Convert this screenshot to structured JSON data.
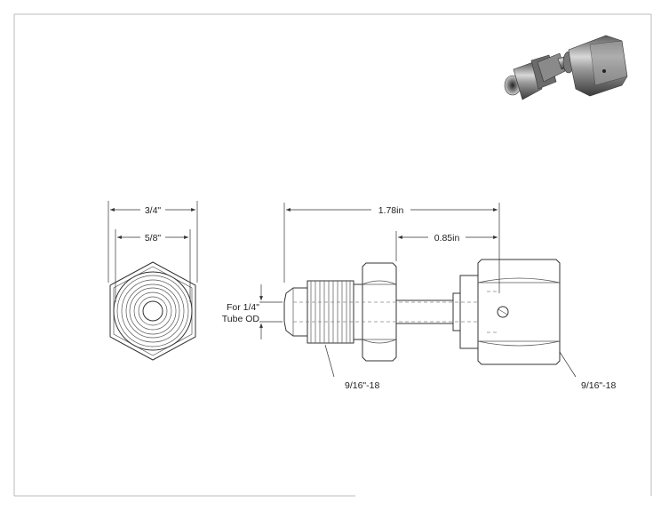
{
  "drawing": {
    "hex_view": {
      "across_flats": "3/4\"",
      "inner_diameter": "5/8\""
    },
    "side_view": {
      "overall_length": "1.78in",
      "partial_length": "0.85in",
      "tube_callout_line1": "For 1/4\"",
      "tube_callout_line2": "Tube OD",
      "male_thread": "9/16\"-18",
      "female_thread": "9/16\"-18"
    }
  }
}
